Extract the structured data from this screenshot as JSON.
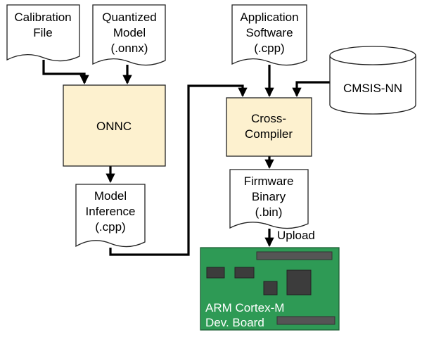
{
  "nodes": {
    "calibration_file": [
      "Calibration",
      "File"
    ],
    "quantized_model": [
      "Quantized",
      "Model",
      "(.onnx)"
    ],
    "onnc": "ONNC",
    "model_inference": [
      "Model",
      "Inference",
      "(.cpp)"
    ],
    "application_software": [
      "Application",
      "Software",
      "(.cpp)"
    ],
    "cmsis_nn": "CMSIS-NN",
    "cross_compiler": [
      "Cross-",
      "Compiler"
    ],
    "firmware_binary": [
      "Firmware",
      "Binary",
      "(.bin)"
    ],
    "board": [
      "ARM Cortex-M",
      "Dev. Board"
    ]
  },
  "edges": {
    "upload_label": "Upload"
  },
  "colors": {
    "process_fill": "#fdf1cf",
    "board_green": "#2e9a55",
    "chip_dark": "#3c3c3c",
    "connector_gray": "#555555"
  }
}
